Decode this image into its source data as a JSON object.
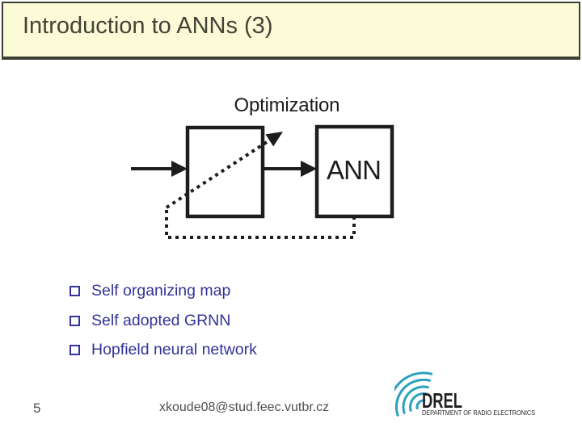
{
  "header": {
    "title": "Introduction to ANNs (3)"
  },
  "diagram": {
    "caption": "Optimization",
    "ann_label": "ANN"
  },
  "bullets": {
    "items": [
      {
        "label": "Self organizing map"
      },
      {
        "label": "Self adopted GRNN"
      },
      {
        "label": "Hopfield neural network"
      }
    ]
  },
  "footer": {
    "page_number": "5",
    "email": "xkoude08@stud.feec.vutbr.cz"
  },
  "logo": {
    "title": "DREL",
    "subtitle": "DEPARTMENT OF RADIO ELECTRONICS"
  },
  "colors": {
    "title_bar_bg": "#fbfbd7",
    "title_bar_border": "#3e3e32",
    "title_text": "#454336",
    "bullet_text": "#333399",
    "diagram_ink": "#1e1c1c",
    "footer_text": "#4f4f4f",
    "logo_teal": "#2ba1bd"
  }
}
